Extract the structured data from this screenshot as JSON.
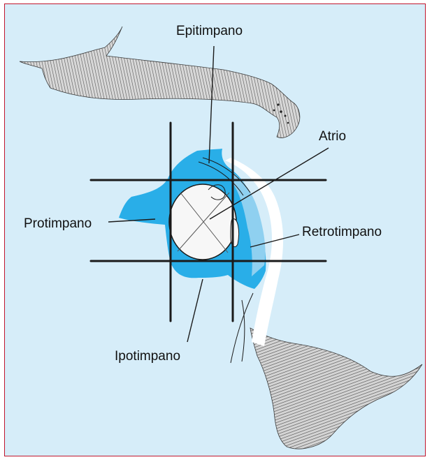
{
  "labels": {
    "epitimpano": "Epitimpano",
    "atrio": "Atrio",
    "protimpano": "Protimpano",
    "retrotimpano": "Retrotimpano",
    "ipotimpano": "Ipotimpano"
  },
  "colors": {
    "background": "#d6edf9",
    "border": "#c0162e",
    "cavity_blue": "#29aee8",
    "light_blue": "#8fd0f0",
    "eardrum_fill": "#f7f7f7",
    "grid_line": "#1a1a1a"
  }
}
